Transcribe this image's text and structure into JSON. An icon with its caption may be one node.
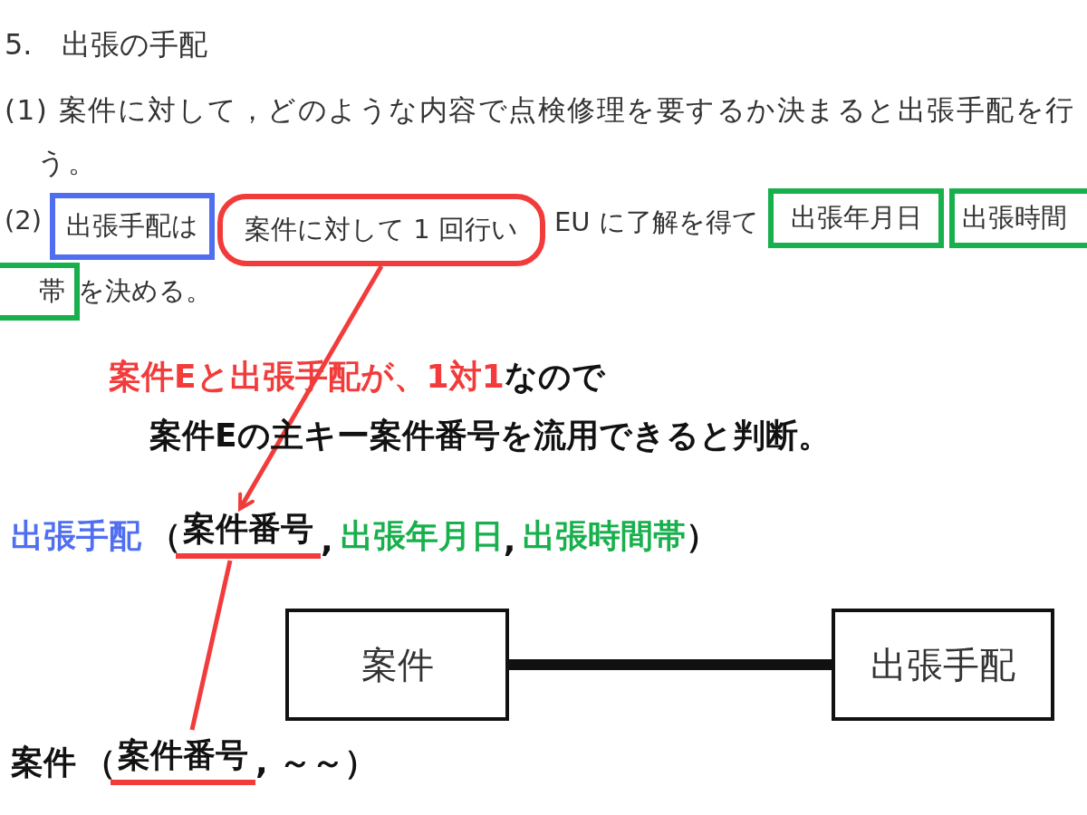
{
  "diagram": {
    "title": "5.　出張の手配",
    "nodes": [
      {
        "text": [
          "出張手配は"
        ]
      },
      {
        "text": [
          "案件に対して 1 回行い"
        ]
      },
      {
        "text": [
          "出張年月日"
        ]
      },
      {
        "text": [
          "出張時間"
        ]
      },
      {
        "text": [
          "帯"
        ]
      },
      {
        "text": [
          "案件番号"
        ]
      },
      {
        "text": [
          "案件番号"
        ]
      },
      {
        "text": [
          "案件"
        ]
      },
      {
        "text": [
          "出張手配"
        ]
      }
    ],
    "edges": [
      {
        "from": 1,
        "to": 5,
        "arrow": "to",
        "color": "#f23b3b"
      },
      {
        "from": 5,
        "to": 6,
        "arrow": "none",
        "color": "#f23b3b"
      },
      {
        "from": 7,
        "to": 8,
        "arrow": "none",
        "style": "thick",
        "color": "#111111"
      }
    ],
    "labels": [
      "(1) 案件に対して，どのような内容で点検修理を要するか決まると出張手配を行う。",
      "(2)",
      "EU に了解を得て",
      "を決める。",
      "案件Eと出張手配が、1対1",
      "なので",
      "案件Eの主キー案件番号を流用できると判断。",
      "出張手配",
      "（",
      ",",
      "出張年月日",
      ",",
      "出張時間帯",
      "）",
      "案件",
      "（",
      ", ～～",
      "）"
    ]
  }
}
